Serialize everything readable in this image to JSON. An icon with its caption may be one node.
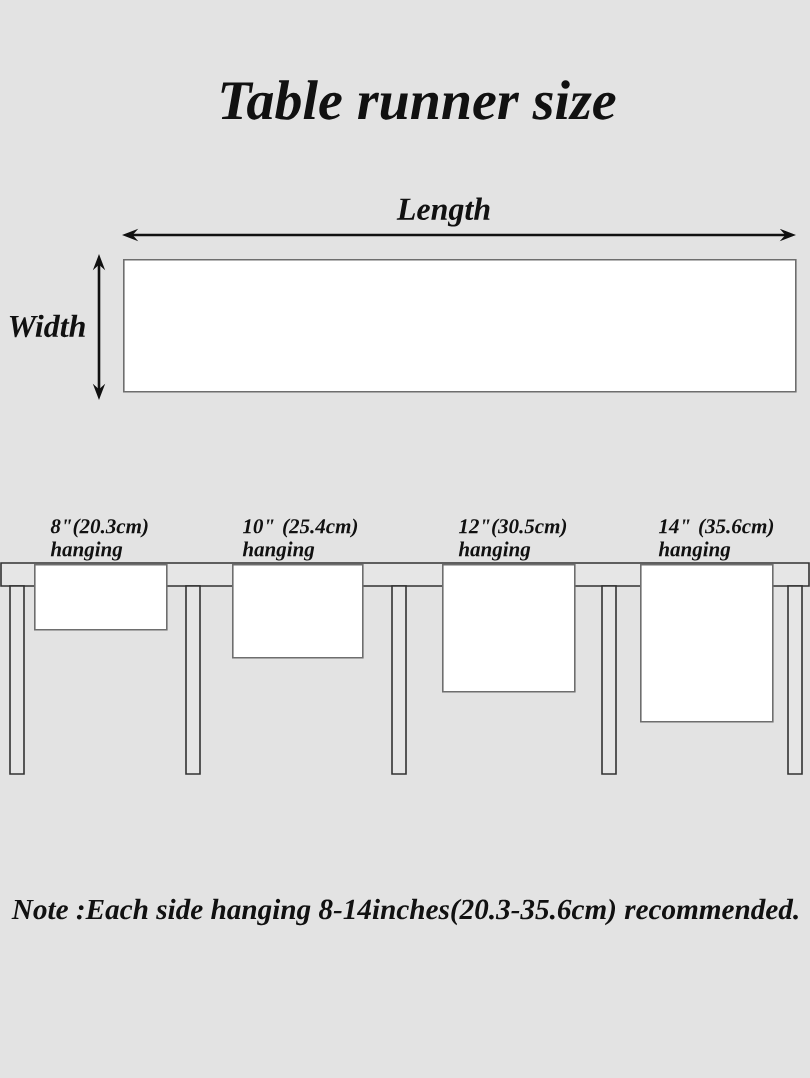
{
  "diagram": {
    "title": "Table runner size",
    "nodes": [
      {
        "text": [],
        "shape": "box"
      },
      {
        "text": [
          "8\"(20.3cm) hanging"
        ]
      },
      {
        "text": [
          "10\" (25.4cm) hanging"
        ]
      },
      {
        "text": [
          "12\"(30.5cm) hanging"
        ]
      },
      {
        "text": [
          "14\" (35.6cm) hanging"
        ]
      }
    ],
    "labels": [
      "Length",
      "Width",
      "Note :Each side hanging 8-14inches(20.3-35.6cm) recommended."
    ]
  }
}
